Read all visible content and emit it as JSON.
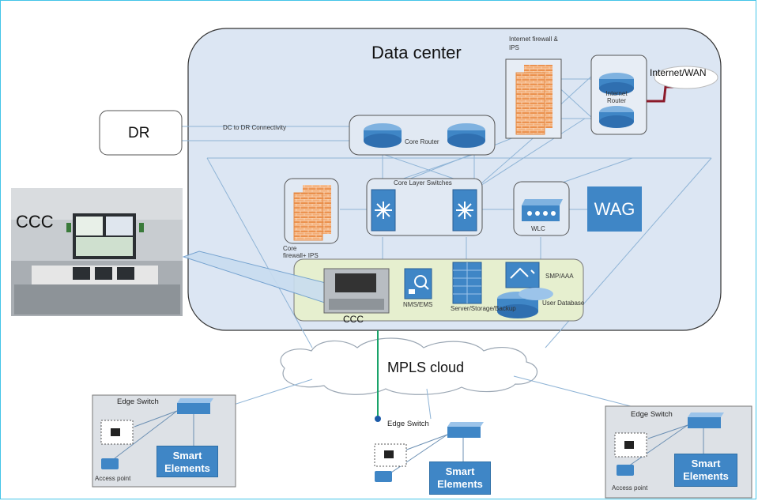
{
  "diagram": {
    "data_center_title": "Data center",
    "internet_firewall_label": "Internet firewall & IPS",
    "internet_router_label": "Internet Router",
    "internet_wan_label": "Internet/WAN",
    "dr_label": "DR",
    "dc_dr_link_label": "DC to DR Connectivity",
    "core_router_label": "Core Router",
    "core_layer_switches_label": "Core Layer Switches",
    "core_firewall_label": "Core firewall+ IPS",
    "wlc_label": "WLC",
    "wag_label": "WAG",
    "ccc_label": "CCC",
    "ccc_inner_label": "CCC",
    "nms_label": "NMS/EMS",
    "server_label": "Server/Storage/Backup",
    "smp_label": "SMP/AAA",
    "user_db_label": "User Database",
    "mpls_label": "MPLS cloud",
    "edge_switch_label": "Edge Switch",
    "access_point_label": "Access point",
    "smart_elements_label": "Smart Elements"
  },
  "colors": {
    "frame_border": "#43c4e8",
    "datacenter_fill": "#dce6f3",
    "device_blue": "#3f86c6",
    "firewall_orange": "#f0a060",
    "ccc_zone_fill": "#e6efcf",
    "wan_link": "#8b1a2a",
    "mpls_link": "#1aa36a"
  }
}
